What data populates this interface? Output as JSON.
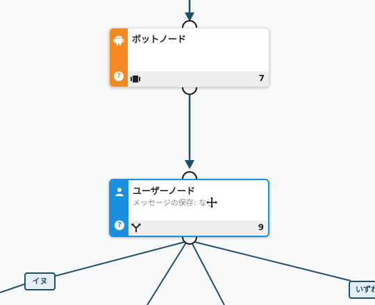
{
  "colors": {
    "edge": "#1d4e6a",
    "bot_accent": "#f5891f",
    "user_accent": "#1a8fe0",
    "choice_bg": "#e4eef4"
  },
  "bot_node": {
    "title": "ボットノード",
    "type_icon": "android-icon",
    "help": "?",
    "footer_icon": "carousel-icon",
    "count": "7"
  },
  "user_node": {
    "title": "ユーザーノード",
    "subtitle": "メッセージの保存: なし",
    "type_icon": "user-icon",
    "help": "?",
    "footer_icon": "branch-icon",
    "count": "9"
  },
  "choices": {
    "inu": "イヌ",
    "izu": "いずれ"
  },
  "cursor": "move-cursor-icon"
}
